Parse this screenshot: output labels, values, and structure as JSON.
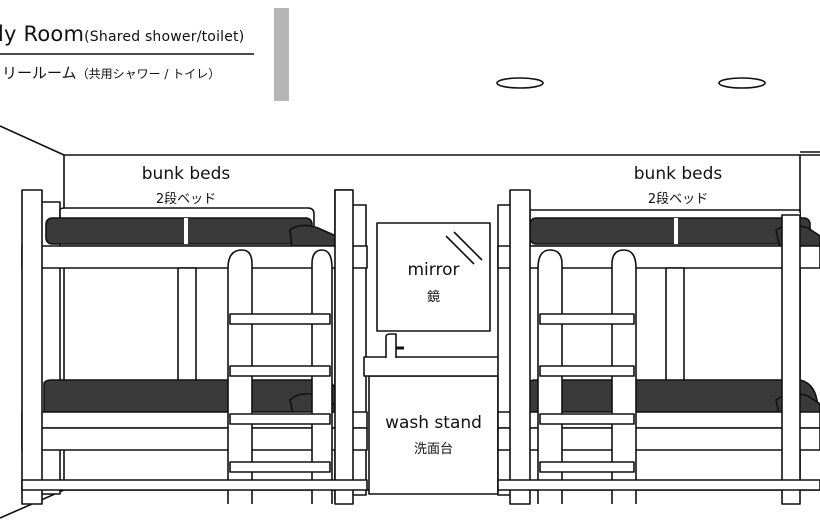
{
  "header": {
    "title_en": "ly Room",
    "title_en_note": "(Shared shower/toilet)",
    "title_jp": "リールーム",
    "title_jp_note": "（共用シャワー / トイレ）"
  },
  "labels": {
    "bunk_left_en": "bunk beds",
    "bunk_left_jp": "2段ベッド",
    "bunk_right_en": "bunk beds",
    "bunk_right_jp": "2段ベッド",
    "mirror_en": "mirror",
    "mirror_jp": "鏡",
    "wash_en": "wash stand",
    "wash_jp": "洗面台"
  },
  "colors": {
    "line": "#111111",
    "mattress": "#3a3a3a",
    "accent_bar": "#b5b5b5",
    "background": "#ffffff"
  }
}
